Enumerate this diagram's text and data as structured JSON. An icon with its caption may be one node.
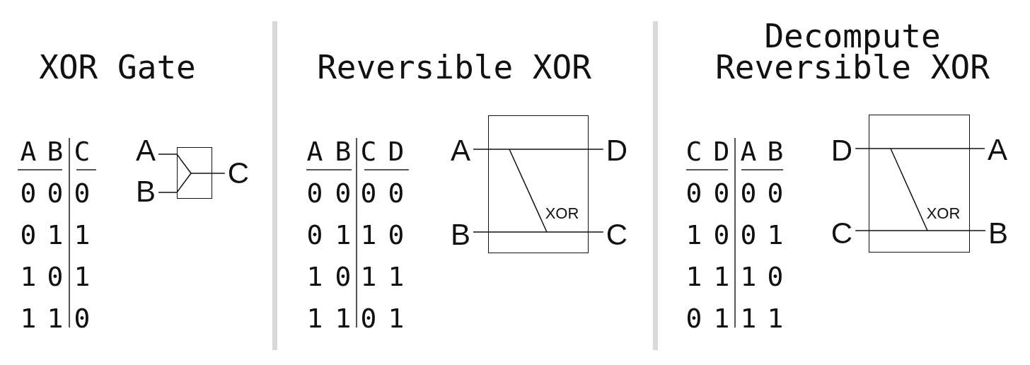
{
  "diagram": {
    "nodes": [
      {
        "text": [
          "A"
        ]
      },
      {
        "text": [
          "B"
        ]
      },
      {
        "text": [],
        "shape": "box"
      },
      {
        "text": [
          "C"
        ]
      },
      {
        "text": [
          "A"
        ]
      },
      {
        "text": [
          "B"
        ]
      },
      {
        "text": [
          "XOR"
        ]
      },
      {
        "text": [
          "D"
        ]
      },
      {
        "text": [
          "C"
        ]
      },
      {
        "text": [
          "D"
        ]
      },
      {
        "text": [
          "C"
        ]
      },
      {
        "text": [
          "XOR"
        ]
      },
      {
        "text": [
          "A"
        ]
      },
      {
        "text": [
          "B"
        ]
      }
    ],
    "edges": [
      {
        "from": 0,
        "to": 2,
        "arrow": "none"
      },
      {
        "from": 1,
        "to": 2,
        "arrow": "none"
      },
      {
        "from": 2,
        "to": 3,
        "arrow": "none"
      },
      {
        "from": 4,
        "to": 6,
        "arrow": "none"
      },
      {
        "from": 6,
        "to": 7,
        "arrow": "none"
      },
      {
        "from": 5,
        "to": 6,
        "arrow": "none"
      },
      {
        "from": 6,
        "to": 8,
        "arrow": "none"
      },
      {
        "from": 9,
        "to": 11,
        "arrow": "none"
      },
      {
        "from": 11,
        "to": 12,
        "arrow": "none"
      },
      {
        "from": 10,
        "to": 11,
        "arrow": "none"
      },
      {
        "from": 11,
        "to": 13,
        "arrow": "none"
      }
    ],
    "labels": [
      "XOR Gate",
      "A",
      "B",
      "C",
      "0",
      "0",
      "0",
      "0",
      "1",
      "1",
      "1",
      "0",
      "1",
      "1",
      "1",
      "0",
      "Reversible XOR",
      "A",
      "B",
      "C",
      "D",
      "0",
      "0",
      "0",
      "0",
      "0",
      "1",
      "1",
      "0",
      "1",
      "0",
      "1",
      "1",
      "1",
      "1",
      "0",
      "1",
      "Decompute Reversible XOR",
      "C",
      "D",
      "A",
      "B",
      "0",
      "0",
      "0",
      "0",
      "1",
      "0",
      "0",
      "1",
      "1",
      "1",
      "1",
      "0",
      "0",
      "1",
      "1",
      "1"
    ]
  }
}
